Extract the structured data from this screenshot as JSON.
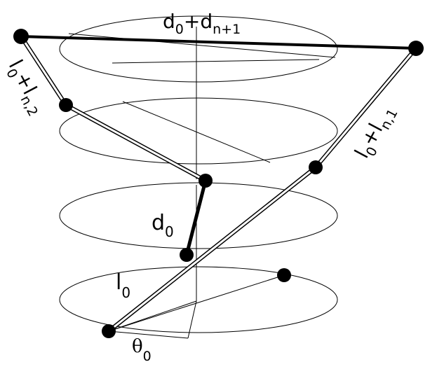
{
  "labels": {
    "top_distance": {
      "base": "d",
      "sub0": "0",
      "plus": "+d",
      "sub": "n+1"
    },
    "right_length": {
      "base": "l",
      "sub0": "0",
      "plus": "+l",
      "sub": "n,1"
    },
    "left_length": {
      "base": "l",
      "sub0": "0",
      "plus": "+l",
      "sub": "n,2"
    },
    "middle_distance": {
      "base": "d",
      "sub": "0"
    },
    "bottom_length": {
      "base": "l",
      "sub": "0"
    },
    "angle": {
      "base": "θ",
      "sub": "0"
    }
  },
  "colors": {
    "stroke": "#000000",
    "node": "#000000",
    "background": "#ffffff"
  }
}
